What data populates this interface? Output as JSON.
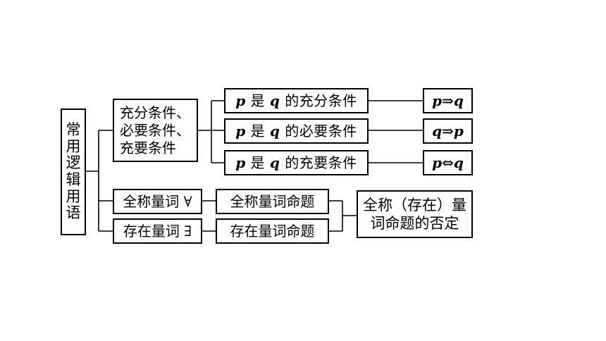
{
  "root": {
    "chars": [
      "常",
      "用",
      "逻",
      "辑",
      "用",
      "语"
    ]
  },
  "conditions": {
    "group": [
      "充分条件、",
      "必要条件、",
      "充要条件"
    ],
    "items": [
      {
        "p": "p",
        "is": "是",
        "q": "q",
        "text": "的充分条件",
        "formula": {
          "left": "p",
          "arrow": "⇒",
          "right": "q"
        }
      },
      {
        "p": "p",
        "is": "是",
        "q": "q",
        "text": "的必要条件",
        "formula": {
          "left": "q",
          "arrow": "⇒",
          "right": "p"
        }
      },
      {
        "p": "p",
        "is": "是",
        "q": "q",
        "text": "的充要条件",
        "formula": {
          "left": "p",
          "arrow": "⇔",
          "right": "q"
        }
      }
    ]
  },
  "quantifiers": {
    "universal": {
      "label": "全称量词",
      "symbol": "∀",
      "proposition": "全称量词命题"
    },
    "existential": {
      "label": "存在量词",
      "symbol": "∃",
      "proposition": "存在量词命题"
    },
    "negation": [
      "全称（存在）量",
      "词命题的否定"
    ]
  }
}
